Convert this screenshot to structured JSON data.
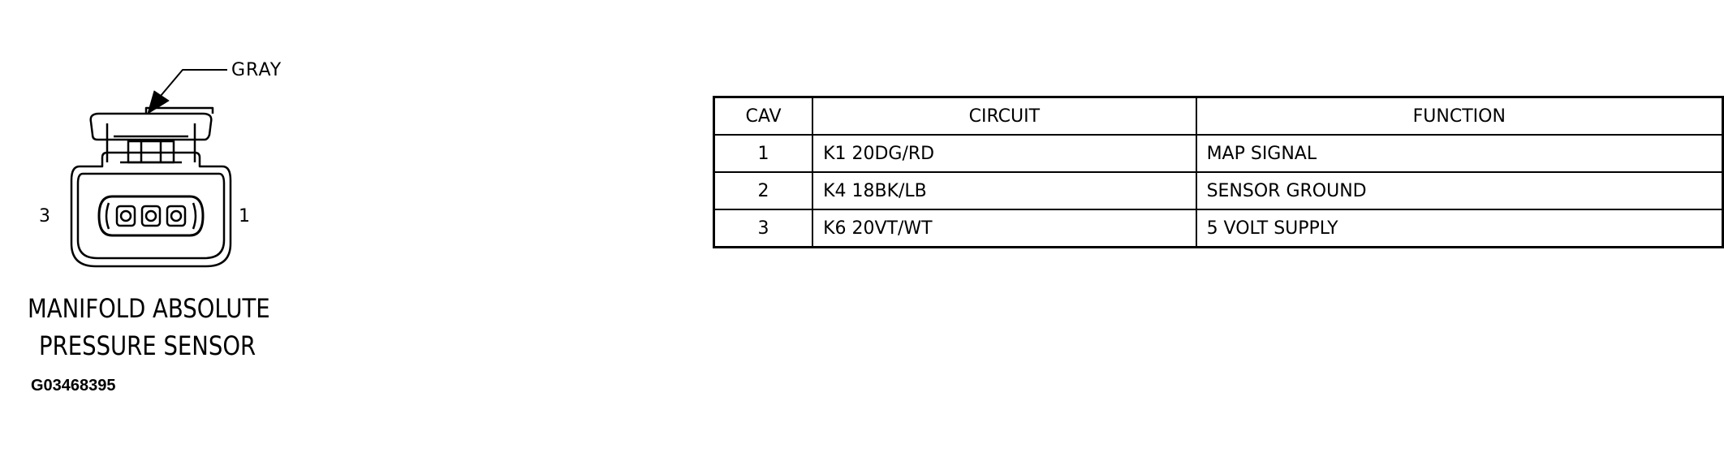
{
  "connector": {
    "color": "GRAY",
    "pin_left": "3",
    "pin_right": "1",
    "title_line1": "MANIFOLD ABSOLUTE",
    "title_line2": "PRESSURE SENSOR",
    "figure_id": "G03468395"
  },
  "table": {
    "headers": {
      "cav": "CAV",
      "circuit": "CIRCUIT",
      "function": "FUNCTION"
    },
    "rows": [
      {
        "cav": "1",
        "circuit": "K1 20DG/RD",
        "function": "MAP SIGNAL"
      },
      {
        "cav": "2",
        "circuit": "K4 18BK/LB",
        "function": "SENSOR GROUND"
      },
      {
        "cav": "3",
        "circuit": "K6 20VT/WT",
        "function": "5 VOLT SUPPLY"
      }
    ]
  }
}
